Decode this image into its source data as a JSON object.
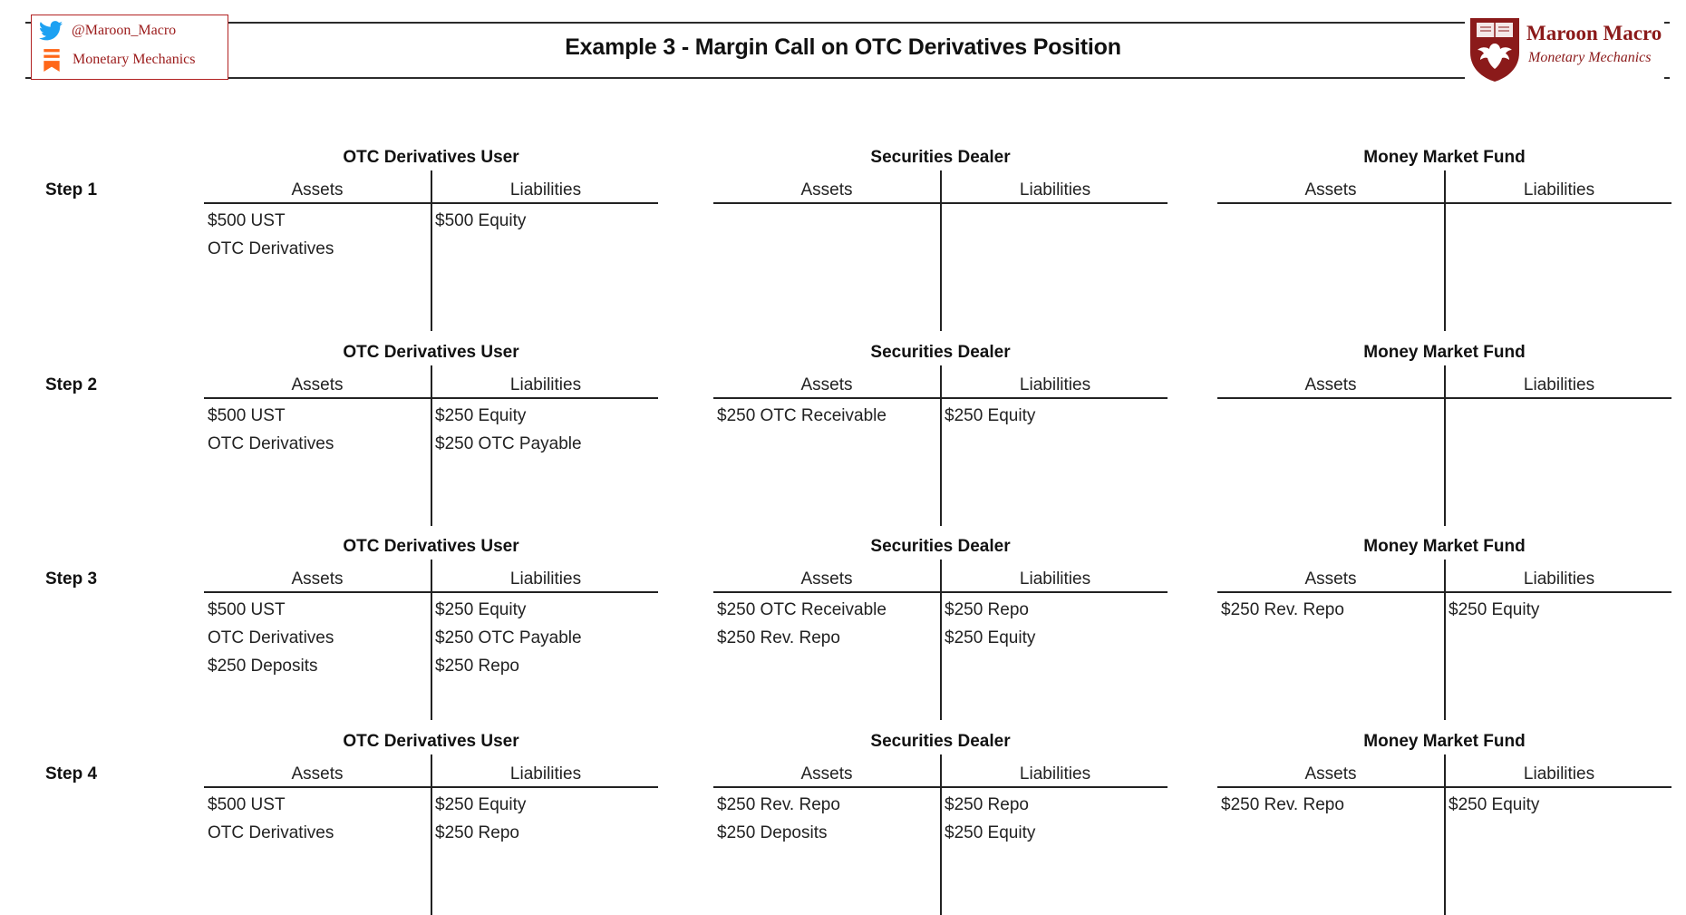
{
  "header": {
    "title": "Example 3 - Margin Call on OTC Derivatives Position",
    "badge": {
      "twitter_handle": "@Maroon_Macro",
      "newsletter": "Monetary Mechanics",
      "twitter_icon": "twitter-bird-icon",
      "newsletter_icon": "substack-bookmark-icon",
      "border_color": "#b22222",
      "text_color": "#9b1b1b",
      "twitter_color": "#1da1f2",
      "substack_color": "#ff6719"
    },
    "logo": {
      "title": "Maroon Macro",
      "subtitle": "Monetary Mechanics",
      "icon": "university-shield-crest-icon",
      "color": "#8b1a1a"
    }
  },
  "columns": {
    "assets_label": "Assets",
    "liabilities_label": "Liabilities"
  },
  "steps": [
    {
      "label": "Step 1",
      "accounts": [
        {
          "entity": "OTC Derivatives User",
          "assets": [
            "$500 UST",
            "OTC Derivatives"
          ],
          "liabilities": [
            "$500 Equity"
          ]
        },
        {
          "entity": "Securities Dealer",
          "assets": [],
          "liabilities": []
        },
        {
          "entity": "Money Market Fund",
          "assets": [],
          "liabilities": []
        }
      ]
    },
    {
      "label": "Step 2",
      "accounts": [
        {
          "entity": "OTC Derivatives User",
          "assets": [
            "$500 UST",
            "OTC Derivatives"
          ],
          "liabilities": [
            "$250 Equity",
            "$250 OTC Payable"
          ]
        },
        {
          "entity": "Securities Dealer",
          "assets": [
            "$250 OTC Receivable"
          ],
          "liabilities": [
            "$250 Equity"
          ]
        },
        {
          "entity": "Money Market Fund",
          "assets": [],
          "liabilities": []
        }
      ]
    },
    {
      "label": "Step 3",
      "accounts": [
        {
          "entity": "OTC Derivatives User",
          "assets": [
            "$500 UST",
            "OTC Derivatives",
            "$250 Deposits"
          ],
          "liabilities": [
            "$250 Equity",
            "$250 OTC Payable",
            "$250 Repo"
          ]
        },
        {
          "entity": "Securities Dealer",
          "assets": [
            "$250 OTC Receivable",
            "$250 Rev. Repo"
          ],
          "liabilities": [
            "$250 Repo",
            "$250 Equity"
          ]
        },
        {
          "entity": "Money Market Fund",
          "assets": [
            "$250 Rev. Repo"
          ],
          "liabilities": [
            "$250 Equity"
          ]
        }
      ]
    },
    {
      "label": "Step 4",
      "accounts": [
        {
          "entity": "OTC Derivatives User",
          "assets": [
            "$500 UST",
            "OTC Derivatives"
          ],
          "liabilities": [
            "$250 Equity",
            "$250 Repo"
          ]
        },
        {
          "entity": "Securities Dealer",
          "assets": [
            "$250 Rev. Repo",
            "$250 Deposits"
          ],
          "liabilities": [
            "$250 Repo",
            "$250 Equity"
          ]
        },
        {
          "entity": "Money Market Fund",
          "assets": [
            "$250 Rev. Repo"
          ],
          "liabilities": [
            "$250 Equity"
          ]
        }
      ]
    }
  ]
}
